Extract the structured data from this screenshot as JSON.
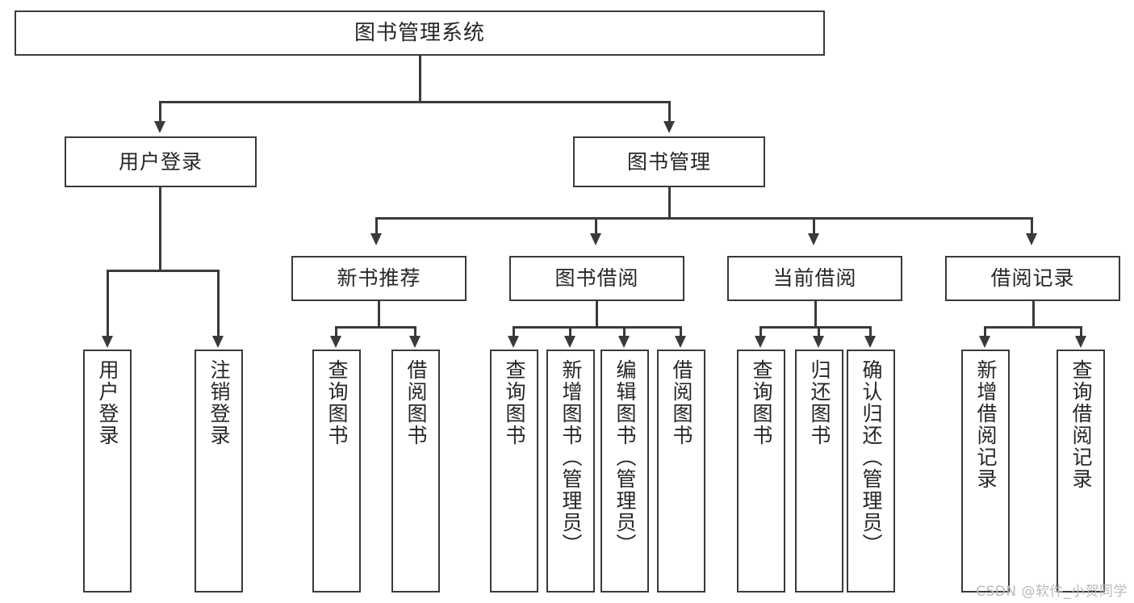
{
  "diagram": {
    "type": "hierarchy-tree",
    "title": "图书管理系统",
    "orientation": "top-down",
    "levels": 4,
    "colors": {
      "stroke": "#3a3a3a",
      "box_fill": "#ffffff",
      "text": "#262626",
      "background": "#ffffff",
      "watermark": "#b9b9b9"
    }
  },
  "nodes": {
    "root": {
      "label": "图书管理系统",
      "level": 1
    },
    "level2": [
      {
        "id": "user-login",
        "label": "用户登录"
      },
      {
        "id": "book-management",
        "label": "图书管理"
      }
    ],
    "level3": [
      {
        "id": "new-book-recommend",
        "label": "新书推荐",
        "parent": "book-management"
      },
      {
        "id": "book-borrow",
        "label": "图书借阅",
        "parent": "book-management"
      },
      {
        "id": "current-borrow",
        "label": "当前借阅",
        "parent": "book-management"
      },
      {
        "id": "borrow-record",
        "label": "借阅记录",
        "parent": "book-management"
      }
    ],
    "leaves": {
      "user-login": [
        {
          "id": "leaf-user-login",
          "label": "用户登录"
        },
        {
          "id": "leaf-user-logout",
          "label": "注销登录"
        }
      ],
      "new-book-recommend": [
        {
          "id": "leaf-query-book-1",
          "label": "查询图书"
        },
        {
          "id": "leaf-borrow-book-1",
          "label": "借阅图书"
        }
      ],
      "book-borrow": [
        {
          "id": "leaf-query-book-2",
          "label": "查询图书"
        },
        {
          "id": "leaf-add-book",
          "label": "新增图书（管理员）"
        },
        {
          "id": "leaf-edit-book",
          "label": "编辑图书（管理员）"
        },
        {
          "id": "leaf-borrow-book-2",
          "label": "借阅图书"
        }
      ],
      "current-borrow": [
        {
          "id": "leaf-query-book-3",
          "label": "查询图书"
        },
        {
          "id": "leaf-return-book",
          "label": "归还图书"
        },
        {
          "id": "leaf-confirm-return",
          "label": "确认归还（管理员）"
        }
      ],
      "borrow-record": [
        {
          "id": "leaf-add-record",
          "label": "新增借阅记录"
        },
        {
          "id": "leaf-query-record",
          "label": "查询借阅记录"
        }
      ]
    }
  },
  "watermark": {
    "text": "CSDN @软件_小贺同学"
  }
}
